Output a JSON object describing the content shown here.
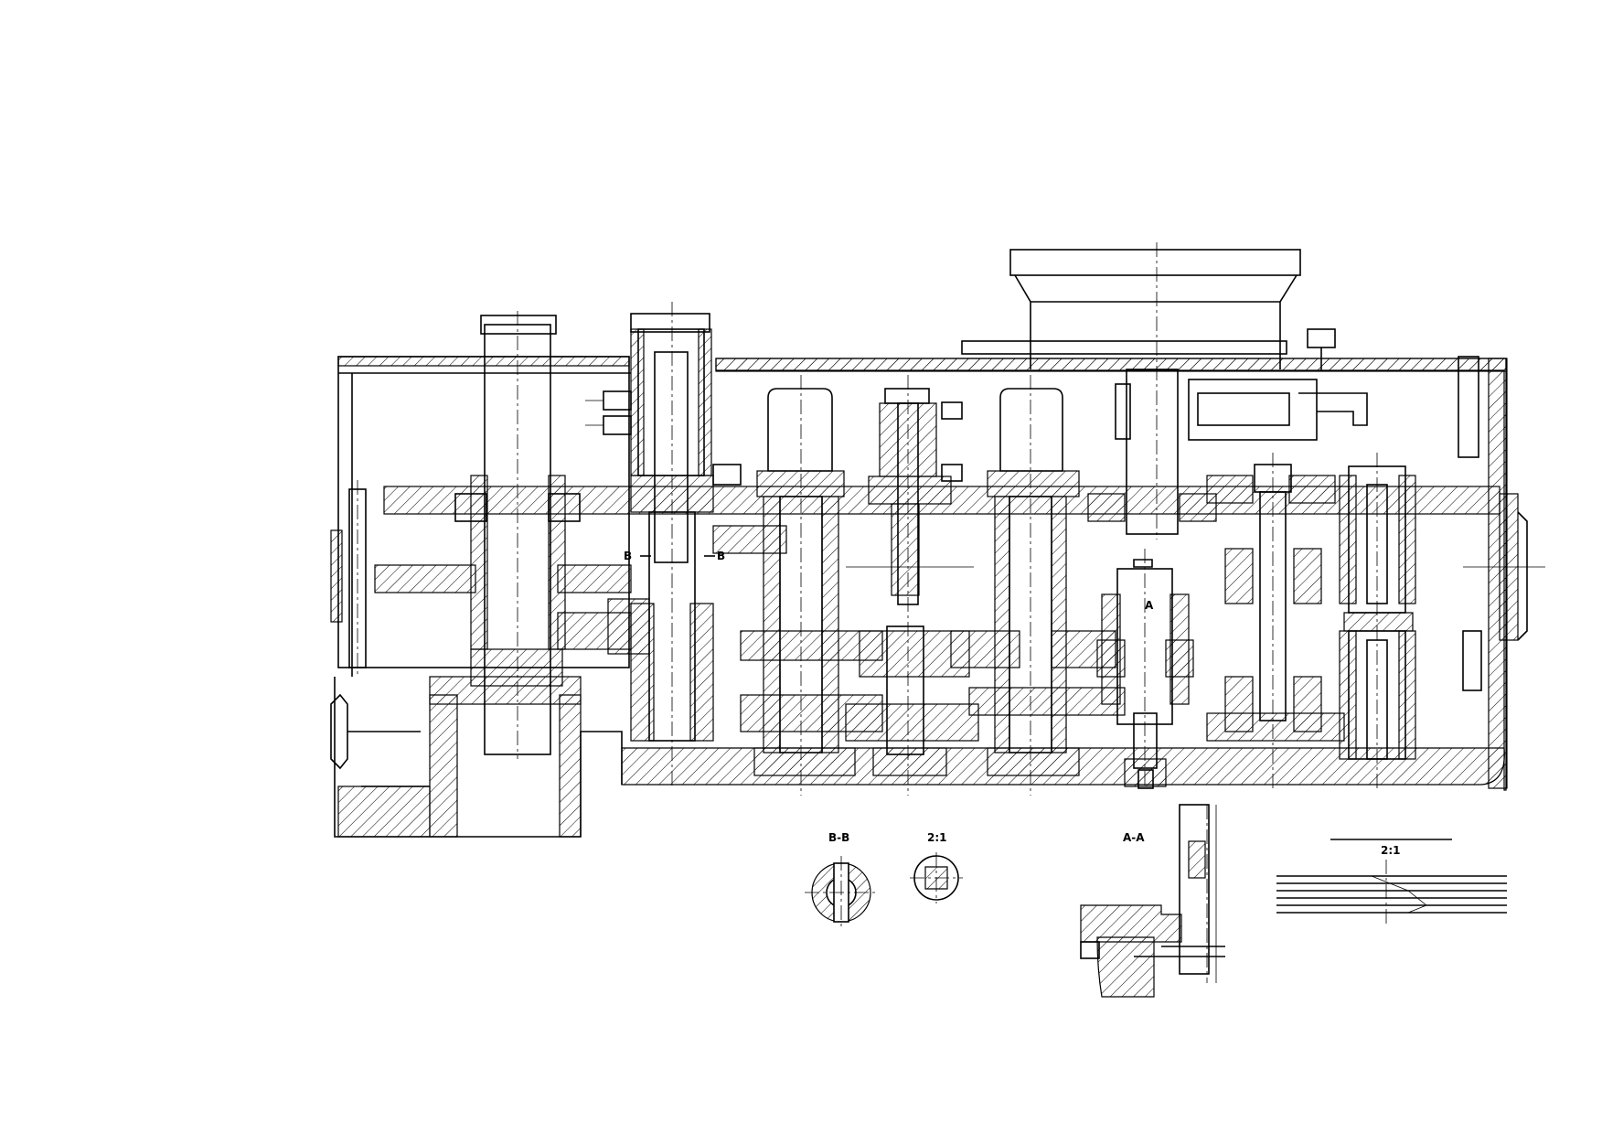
{
  "labels": {
    "section_bb_left": "B",
    "section_bb_right": "B",
    "section_aa_marker": "A",
    "view_bb_title": "B-B",
    "view_detail_scale": "2:1",
    "view_aa_title": "A-A",
    "view_plates_scale": "2:1"
  }
}
